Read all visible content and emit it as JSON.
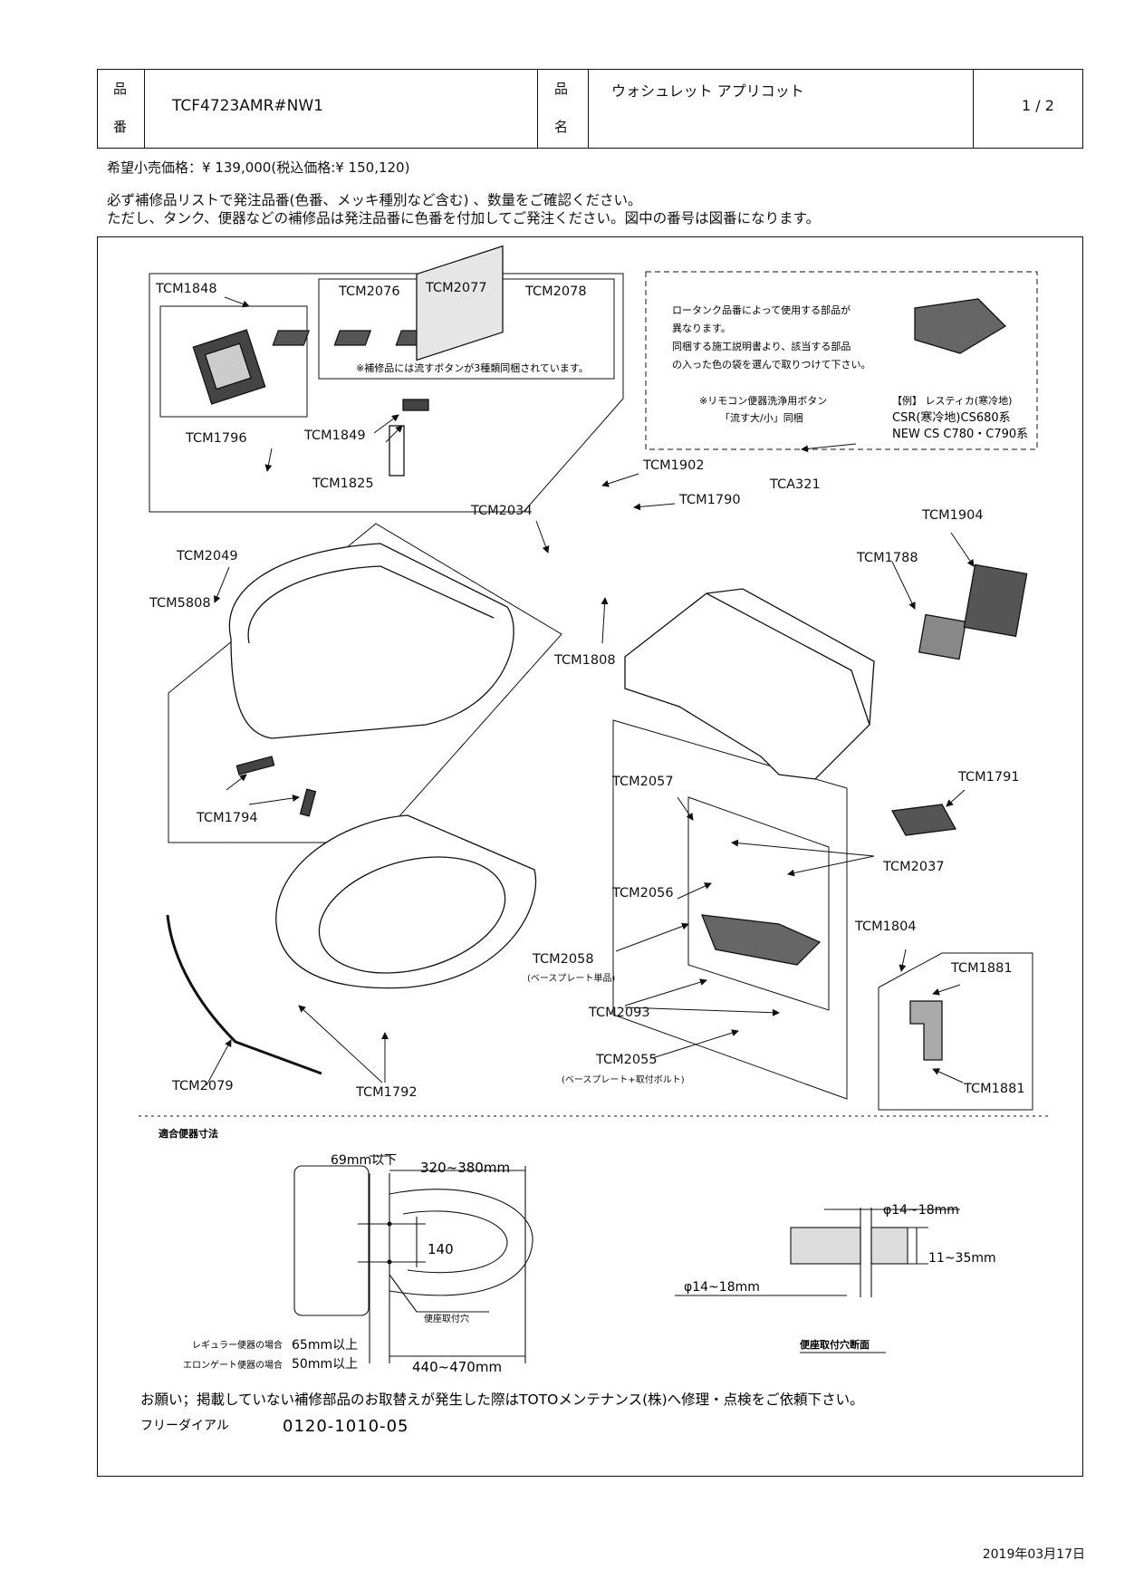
{
  "header": {
    "hinban_label_top": "品",
    "hinban_label_bottom": "番",
    "hinban_value": "TCF4723AMR#NW1",
    "hinmei_label_top": "品",
    "hinmei_label_bottom": "名",
    "hinmei_value": "ウォシュレット アプリコット",
    "page": "1 / 2"
  },
  "price_line": "希望小売価格：¥ 139,000(税込価格:¥ 150,120)",
  "notes": [
    "必ず補修品リストで発注品番(色番、メッキ種別など含む) 、数量をご確認ください。",
    "ただし、タンク、便器などの補修品は発注品番に色番を付加してご発注ください。図中の番号は図番になります。"
  ],
  "parts": {
    "tcm1848": "TCM1848",
    "tcm2076": "TCM2076",
    "tcm2077": "TCM2077",
    "tcm2078": "TCM2078",
    "tcm1796": "TCM1796",
    "tcm1849": "TCM1849",
    "tcm1825": "TCM1825",
    "tcm2049": "TCM2049",
    "tcm5808": "TCM5808",
    "tcm1794": "TCM1794",
    "tcm2079": "TCM2079",
    "tcm1792": "TCM1792",
    "tcm1902": "TCM1902",
    "tcm1790": "TCM1790",
    "tcm2034": "TCM2034",
    "tcm1808": "TCM1808",
    "tca321": "TCA321",
    "tcm1904": "TCM1904",
    "tcm1788": "TCM1788",
    "tcm1791": "TCM1791",
    "tcm2057": "TCM2057",
    "tcm2037": "TCM2037",
    "tcm2056": "TCM2056",
    "tcm2058": "TCM2058",
    "tcm2058_note": "(ベースプレート単品)",
    "tcm2093": "TCM2093",
    "tcm2055": "TCM2055",
    "tcm2055_note": "(ベースプレート+取付ボルト)",
    "tcm1804": "TCM1804",
    "tcm1881_a": "TCM1881",
    "tcm1881_b": "TCM1881"
  },
  "button_note": "※補修品には流すボタンが3種類同梱されています。",
  "tank_note": [
    "ロータンク品番によって使用する部品が",
    "異なります。",
    "同梱する施工説明書より、該当する部品",
    "の入った色の袋を選んで取りつけて下さい。"
  ],
  "remote_note": [
    "※リモコン便器洗浄用ボタン",
    "「流す大/小」同梱"
  ],
  "example_note": [
    "【例】 レスティカ(寒冷地)",
    "CSR(寒冷地)CS680系",
    "NEW CS C780・C790系"
  ],
  "dimensions": {
    "section_title": "適合便器寸法",
    "d69": "69mm以下",
    "d320": "320~380mm",
    "d140": "140",
    "seat_hole": "便座取付穴",
    "regular": "レギュラー便器の場合",
    "regular_val": "65mm以上",
    "elongated": "エロンゲート便器の場合",
    "elongated_val": "50mm以上",
    "d440": "440~470mm",
    "phi_top": "φ14~18mm",
    "thick": "11~35mm",
    "phi_bottom": "φ14~18mm",
    "section_caption": "便座取付穴断面"
  },
  "request": "お願い；掲載していない補修部品のお取替えが発生した際はTOTOメンテナンス(株)へ修理・点検をご依頼下さい。",
  "freedial_label": "フリーダイアル",
  "freedial_number": "0120-1010-05",
  "date": "2019年03月17日"
}
